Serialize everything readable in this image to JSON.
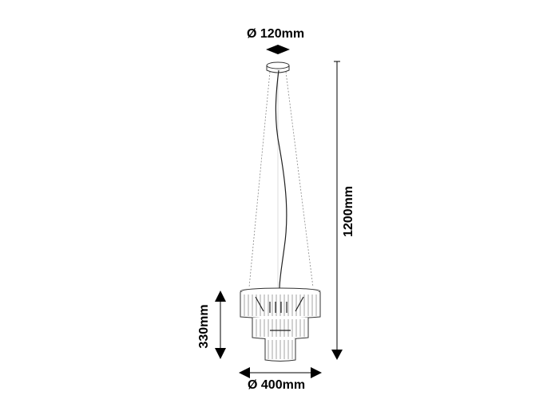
{
  "diagram": {
    "type": "product-dimension-drawing",
    "subject": "crystal pendant chandelier",
    "colors": {
      "line": "#000000",
      "background": "#ffffff",
      "cable": "#222222",
      "suspension": "#888888"
    },
    "dimensions": {
      "canopy_diameter": "Ø 120mm",
      "total_height": "1200mm",
      "body_height": "330mm",
      "body_diameter": "Ø 400mm"
    }
  }
}
